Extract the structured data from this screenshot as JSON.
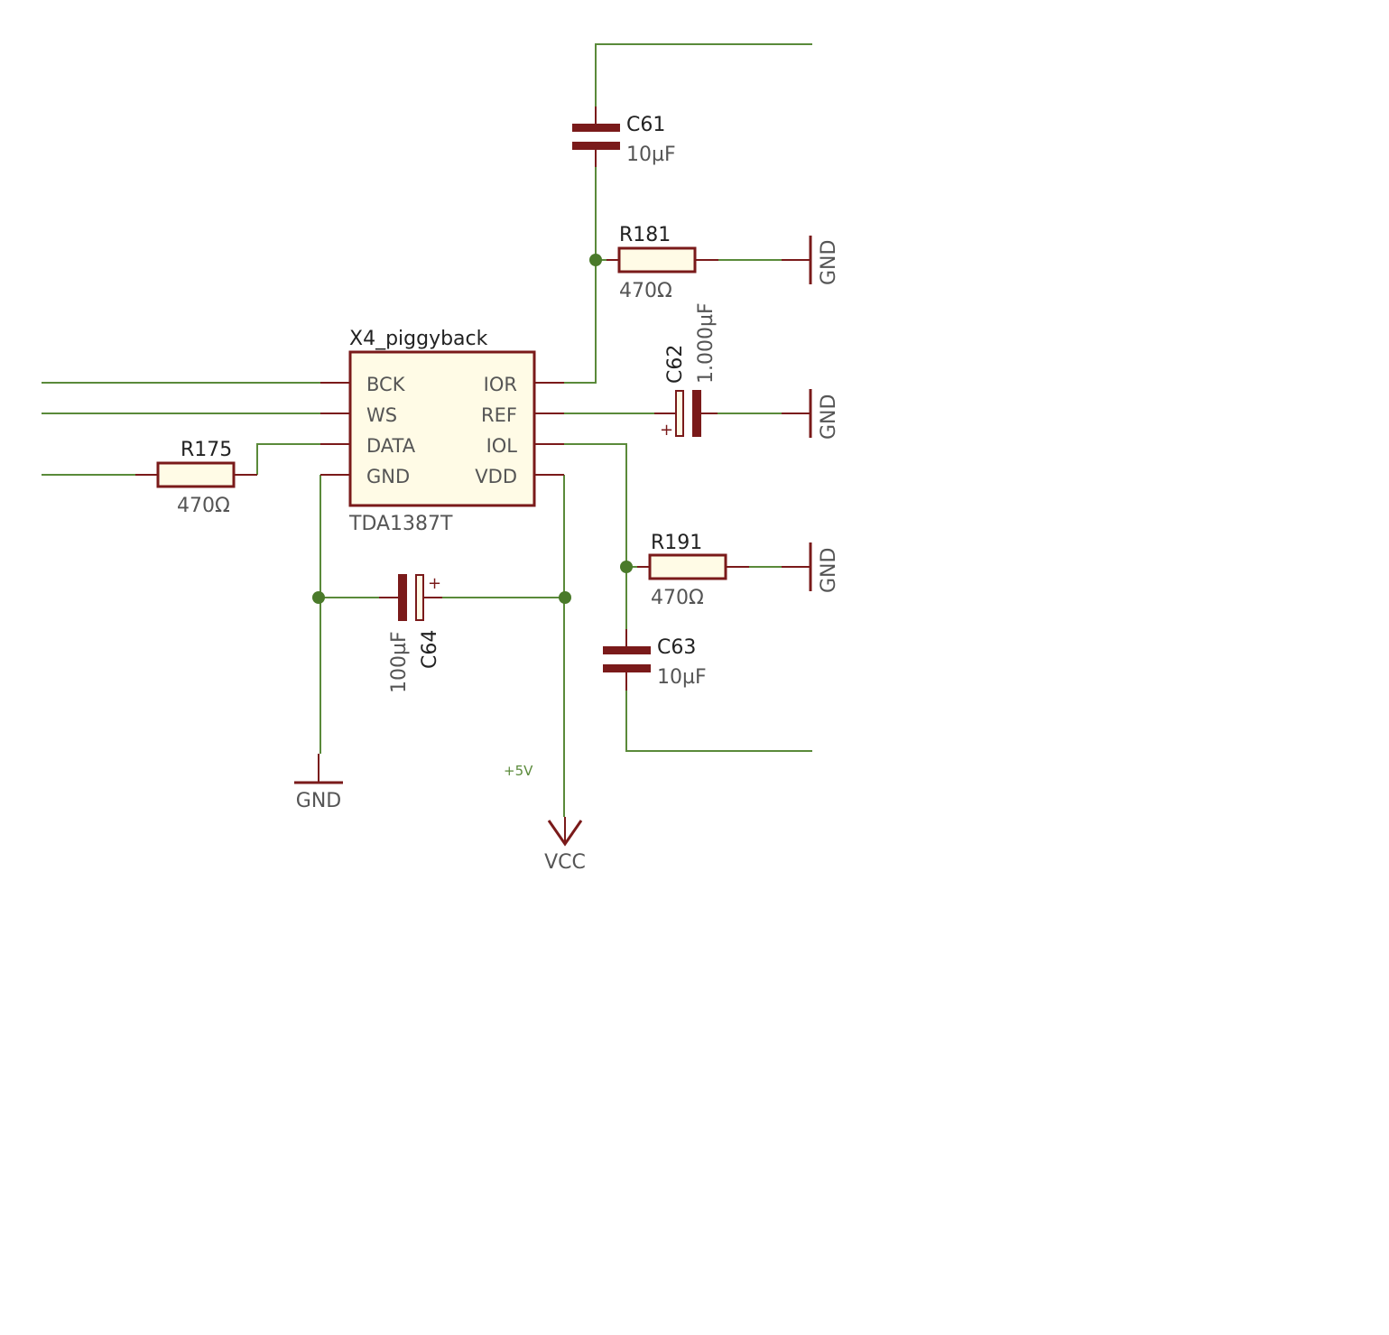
{
  "colors": {
    "wire": "#5a8a3a",
    "component": "#7a1a1a",
    "component_fill": "#fffbe6",
    "junction": "#4a7a2a"
  },
  "ic": {
    "ref": "X4_piggyback",
    "value": "TDA1387T",
    "pins_left": [
      "BCK",
      "WS",
      "DATA",
      "GND"
    ],
    "pins_right": [
      "IOR",
      "REF",
      "IOL",
      "VDD"
    ]
  },
  "components": {
    "c61": {
      "ref": "C61",
      "value": "10µF"
    },
    "r181": {
      "ref": "R181",
      "value": "470Ω"
    },
    "c62": {
      "ref": "C62",
      "value": "1.000µF",
      "polarity": "+"
    },
    "r175": {
      "ref": "R175",
      "value": "470Ω"
    },
    "r191": {
      "ref": "R191",
      "value": "470Ω"
    },
    "c63": {
      "ref": "C63",
      "value": "10µF"
    },
    "c64": {
      "ref": "C64",
      "value": "100µF",
      "polarity": "+"
    }
  },
  "power": {
    "gnd_label": "GND",
    "vcc_label": "VCC",
    "net_5v": "+5V"
  }
}
